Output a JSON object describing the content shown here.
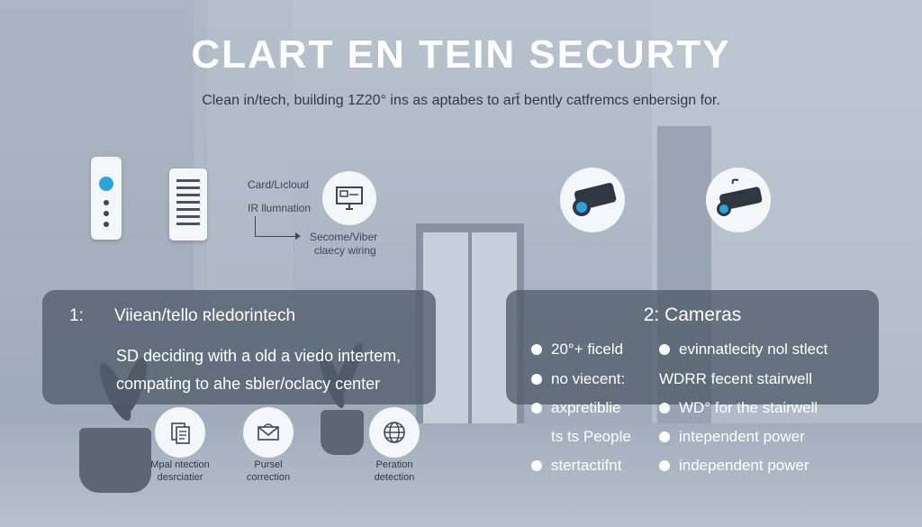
{
  "header": {
    "title": "CLART EN TEIN SECURTY",
    "subtitle": "Clean in/tech, building 1Z20° ins as aptabes to art̄ bently catfremcs enbersign for."
  },
  "flow": {
    "label_top": "Card/Lıcloud",
    "label_mid": "IR llumnation",
    "label_bottom_1": "Secome/Viber",
    "label_bottom_2": "claecy wiring"
  },
  "left_panel": {
    "number": "1:",
    "heading": "Viiean/tello ʀledorintech",
    "description": "SD deciding with a old a viedo intertem, compating to ahe sbler/oclacy center"
  },
  "right_panel": {
    "heading": "2: Cameras",
    "col1": [
      "20°+ ficeld",
      "no viecent:",
      "axpretiblie",
      "ts ts People",
      "stertactifnt"
    ],
    "col2": [
      "evinnatlecity nol stlect",
      "WDRR fecent stairwell",
      "WD° for the stairwell",
      "intependent power",
      "independent power"
    ]
  },
  "features": [
    {
      "line1": "Mpal ntection",
      "line2": "desrciatier",
      "icon": "document-icon"
    },
    {
      "line1": "Pursel",
      "line2": "correction",
      "icon": "mail-icon"
    },
    {
      "line1": "Peration",
      "line2": "detection",
      "icon": "globe-icon"
    }
  ],
  "colors": {
    "accent": "#2aa4de",
    "panel": "#505c6a",
    "background": "#aab5c3"
  }
}
